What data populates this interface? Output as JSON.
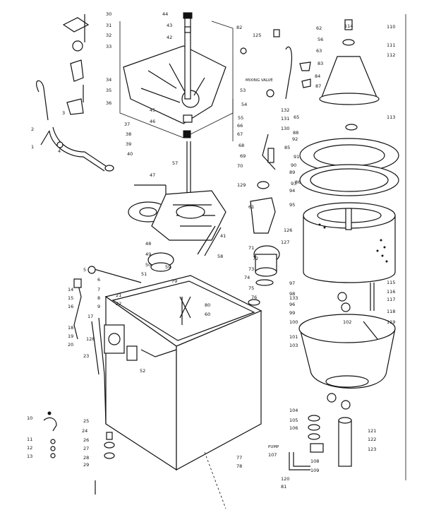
{
  "callouts": [
    "30",
    "31",
    "32",
    "33",
    "34",
    "35",
    "36",
    "2",
    "1",
    "37",
    "38",
    "39",
    "40",
    "44",
    "43",
    "42",
    "45",
    "46",
    "57",
    "47",
    "41",
    "48",
    "49",
    "50",
    "51",
    "52",
    "53",
    "54",
    "55",
    "56",
    "58",
    "59",
    "60",
    "61",
    "62",
    "63",
    "65",
    "66",
    "67",
    "68",
    "69",
    "70",
    "71",
    "72",
    "73",
    "74",
    "75",
    "76",
    "77",
    "78",
    "79",
    "80",
    "81",
    "82",
    "83",
    "84",
    "85",
    "86",
    "87",
    "88",
    "89",
    "90",
    "91",
    "92",
    "93",
    "94",
    "95",
    "96",
    "97",
    "98",
    "99",
    "100",
    "101",
    "102",
    "103",
    "104",
    "105",
    "106",
    "107",
    "108",
    "109",
    "110",
    "111",
    "112",
    "113",
    "114",
    "115",
    "116",
    "117",
    "118",
    "119",
    "120",
    "121",
    "122",
    "123",
    "125",
    "126",
    "127",
    "128",
    "129",
    "130",
    "131",
    "132",
    "133",
    "3",
    "4",
    "5",
    "6",
    "7",
    "8",
    "9",
    "10",
    "11",
    "12",
    "13",
    "14",
    "15",
    "16",
    "17",
    "18",
    "19",
    "20",
    "21",
    "22",
    "23",
    "24",
    "25",
    "26",
    "27",
    "28",
    "29"
  ],
  "notes": {
    "mixing_valve": "MIXING VALVE",
    "pump": "PUMP"
  },
  "colors": {
    "ink": "#111111",
    "paper": "#ffffff"
  }
}
